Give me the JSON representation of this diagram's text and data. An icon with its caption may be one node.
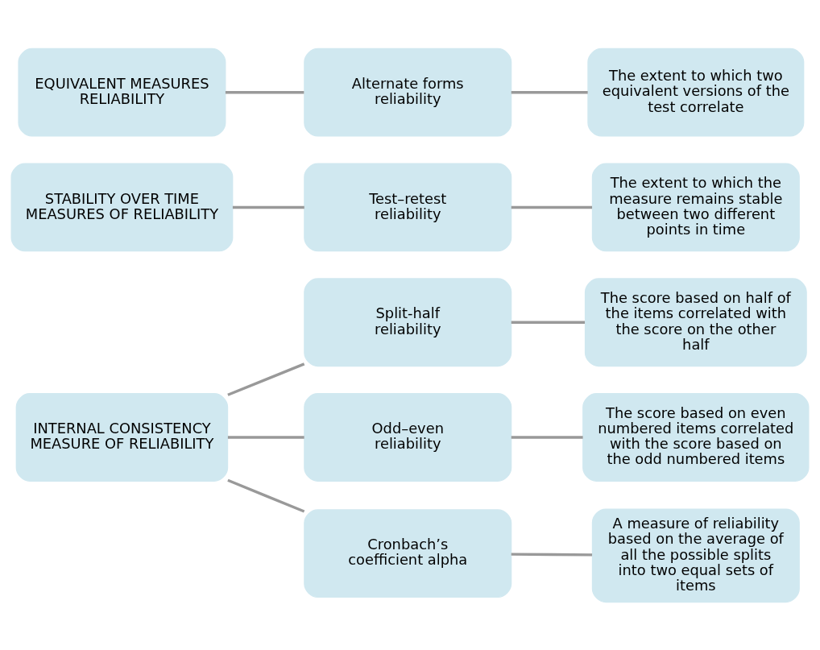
{
  "diagram": {
    "nodes": [
      {
        "text": [
          "INTERNAL CONSISTENCY MEASURE OF RELIABILITY"
        ]
      },
      {
        "text": [
          "Split-half reliability"
        ]
      },
      {
        "text": [
          "The score based on half of the items correlated with the score on the other half"
        ]
      },
      {
        "text": [
          "Odd–even reliability"
        ]
      },
      {
        "text": [
          "The score based on even numbered items correlated with the score based on the odd numbered items"
        ]
      },
      {
        "text": [
          "Cronbach’s coefficient alpha"
        ]
      },
      {
        "text": [
          "A measure of reliability based on the average of all the possible splits into two equal sets of items"
        ]
      },
      {
        "text": [
          "STABILITY OVER TIME MEASURES OF RELIABILITY"
        ]
      },
      {
        "text": [
          "Test–retest reliability"
        ]
      },
      {
        "text": [
          "The extent to which the measure remains stable between two different points in time"
        ]
      },
      {
        "text": [
          "EQUIVALENT MEASURES RELIABILITY"
        ]
      },
      {
        "text": [
          "Alternate forms reliability"
        ]
      },
      {
        "text": [
          "The extent to which two equivalent versions of the test correlate"
        ]
      }
    ],
    "edges": [
      {
        "from": 0,
        "to": 1,
        "arrow": "none"
      },
      {
        "from": 1,
        "to": 2,
        "arrow": "none"
      },
      {
        "from": 0,
        "to": 3,
        "arrow": "none"
      },
      {
        "from": 3,
        "to": 4,
        "arrow": "none"
      },
      {
        "from": 0,
        "to": 5,
        "arrow": "none"
      },
      {
        "from": 5,
        "to": 6,
        "arrow": "none"
      },
      {
        "from": 7,
        "to": 8,
        "arrow": "none"
      },
      {
        "from": 8,
        "to": 9,
        "arrow": "none"
      },
      {
        "from": 10,
        "to": 11,
        "arrow": "none"
      },
      {
        "from": 11,
        "to": 12,
        "arrow": "none"
      }
    ]
  }
}
